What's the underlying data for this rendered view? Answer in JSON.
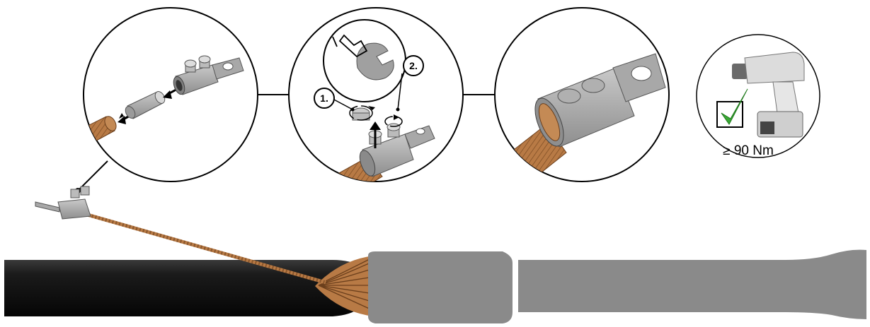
{
  "steps": {
    "step1_label": "1.",
    "step2_label": "2."
  },
  "tool": {
    "icon": "impact-wrench-icon",
    "check_icon": "check-icon",
    "torque_label": "≥ 90 Nm"
  },
  "colors": {
    "copper": "#b87a45",
    "copper_dark": "#7a4a22",
    "lug_grey": "#9a9a9a",
    "sleeve_grey": "#8c8c8c",
    "cable_black": "#1a1a1a",
    "check_green": "#3aa935"
  }
}
